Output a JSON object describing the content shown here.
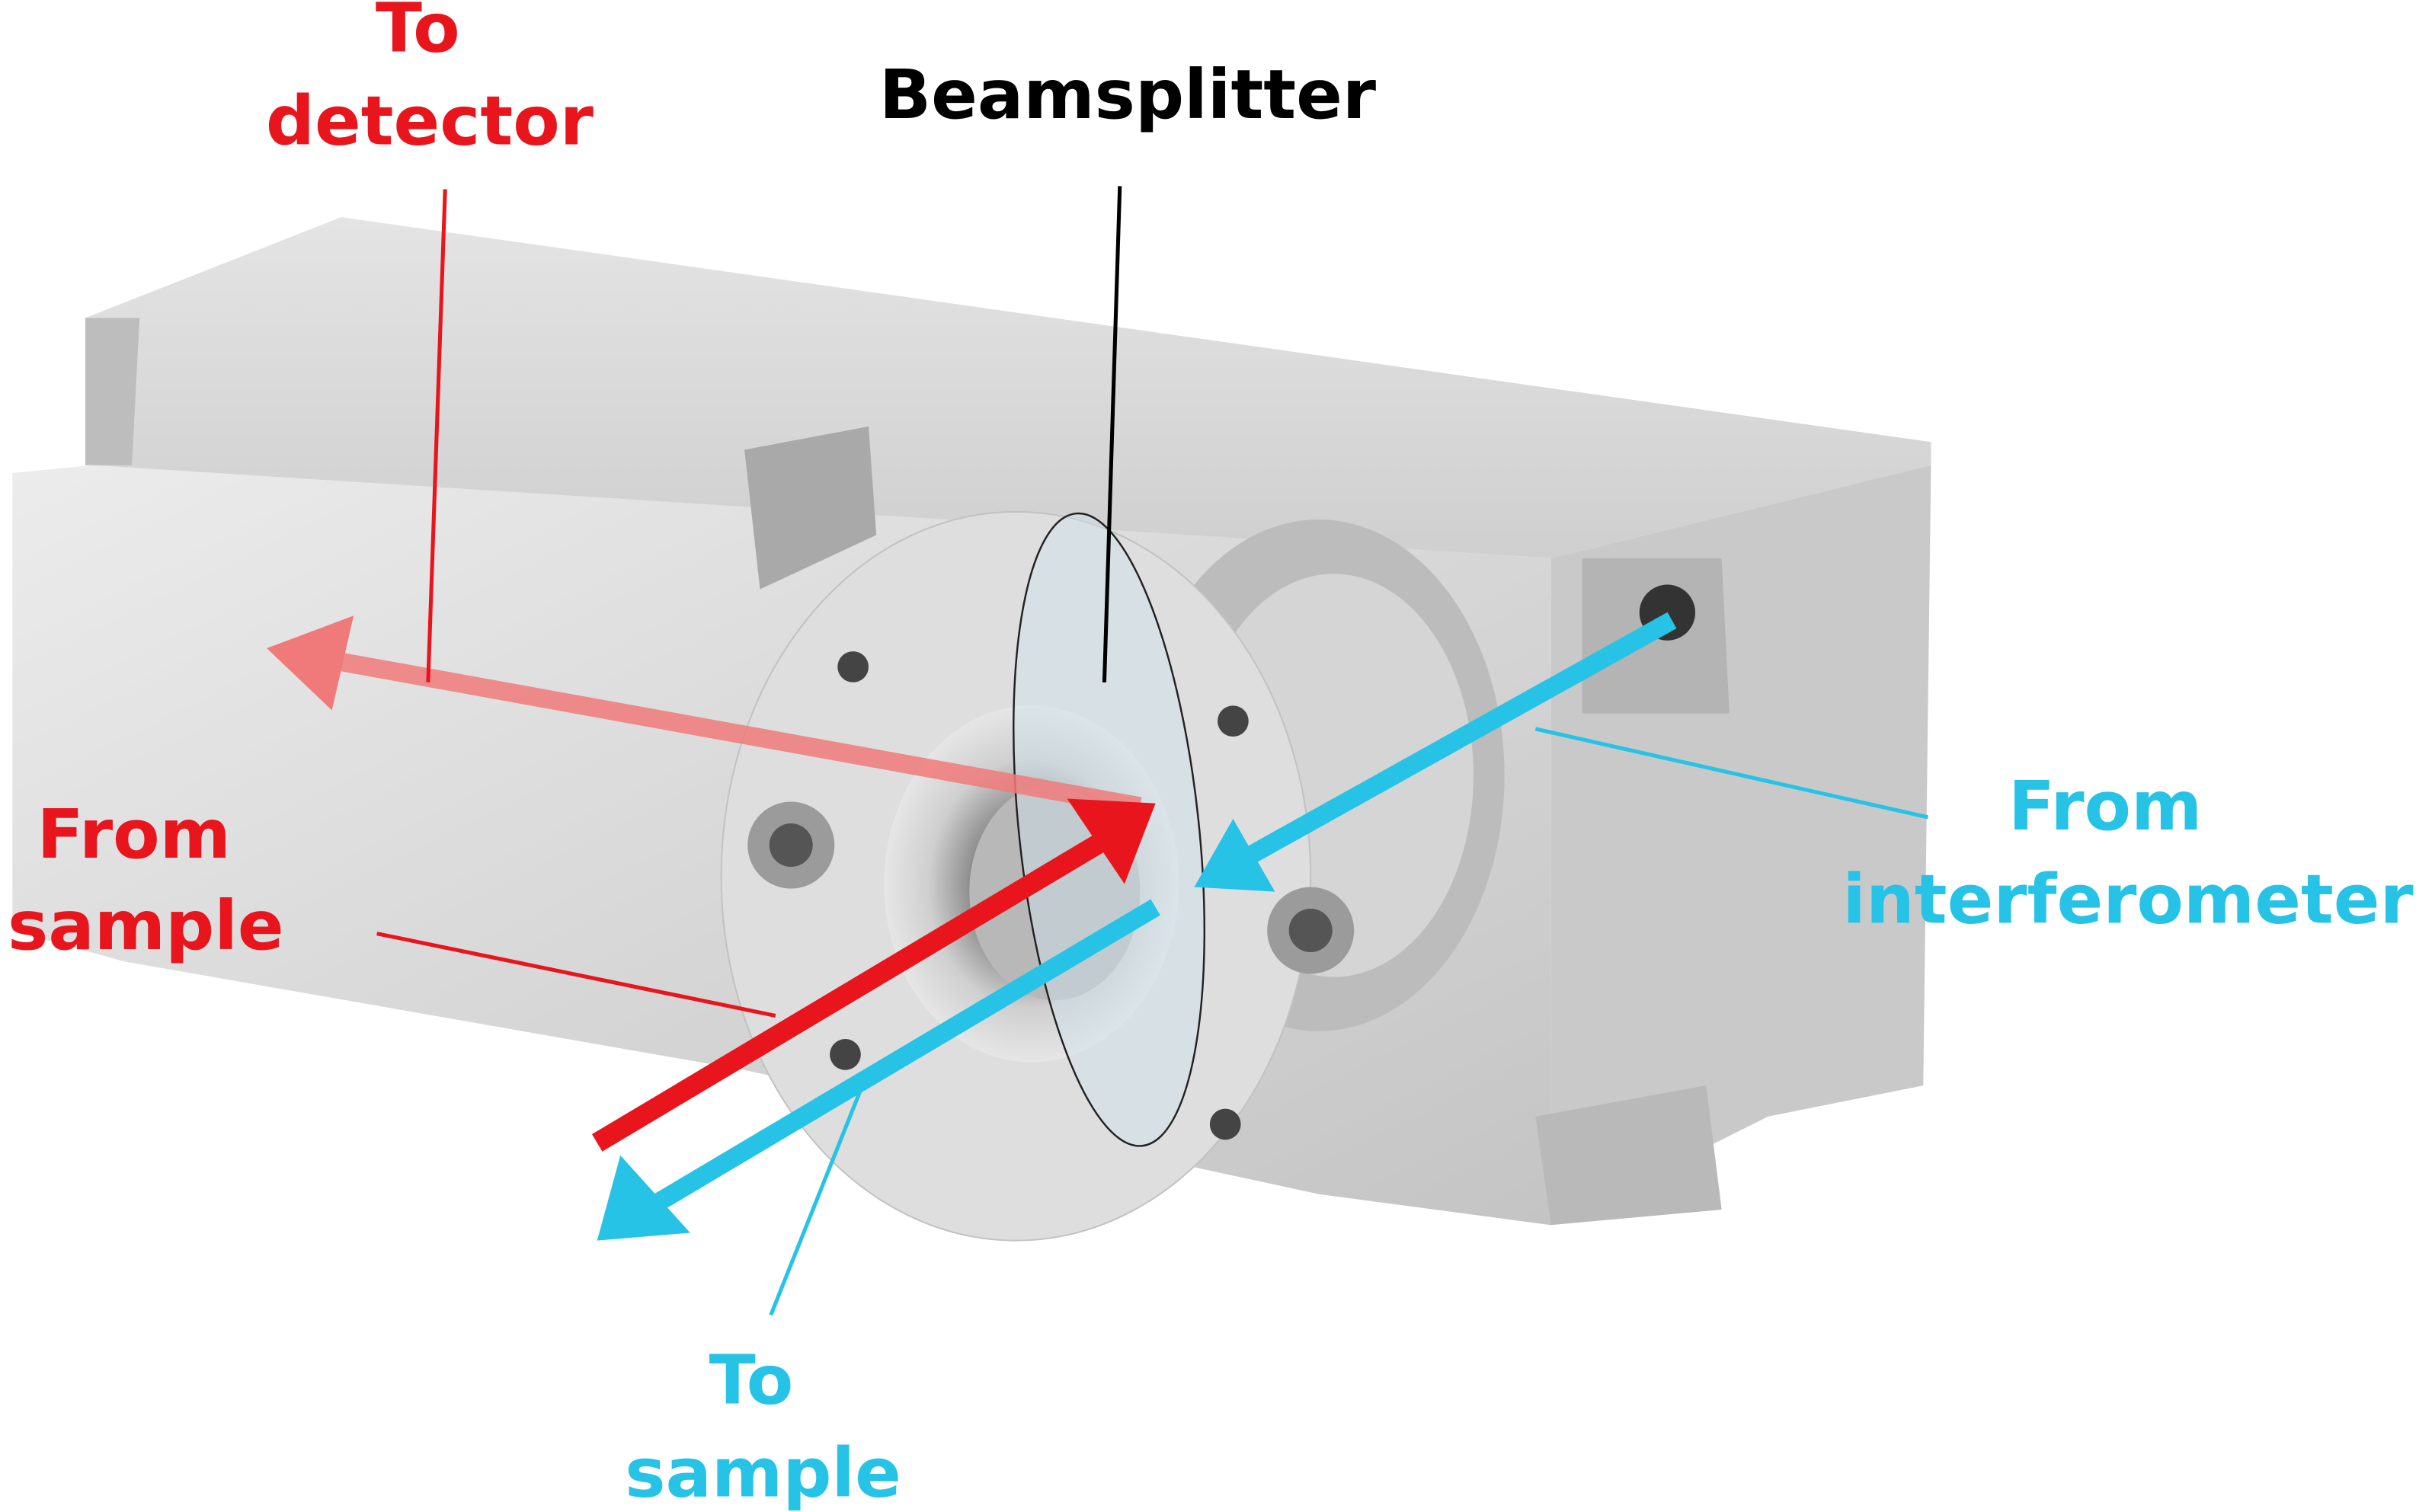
{
  "title": "Beamsplitter optical path diagram",
  "labels": {
    "to_detector": [
      "To",
      "detector"
    ],
    "beamsplitter": "Beamsplitter",
    "from_sample": [
      "From",
      "sample"
    ],
    "from_interferometer": [
      "From",
      "interferometer"
    ],
    "to_sample": [
      "To",
      "sample"
    ]
  },
  "colors": {
    "sample_path": "#e8151d",
    "interferometer_path": "#27c3e6",
    "leader": "#000000"
  }
}
